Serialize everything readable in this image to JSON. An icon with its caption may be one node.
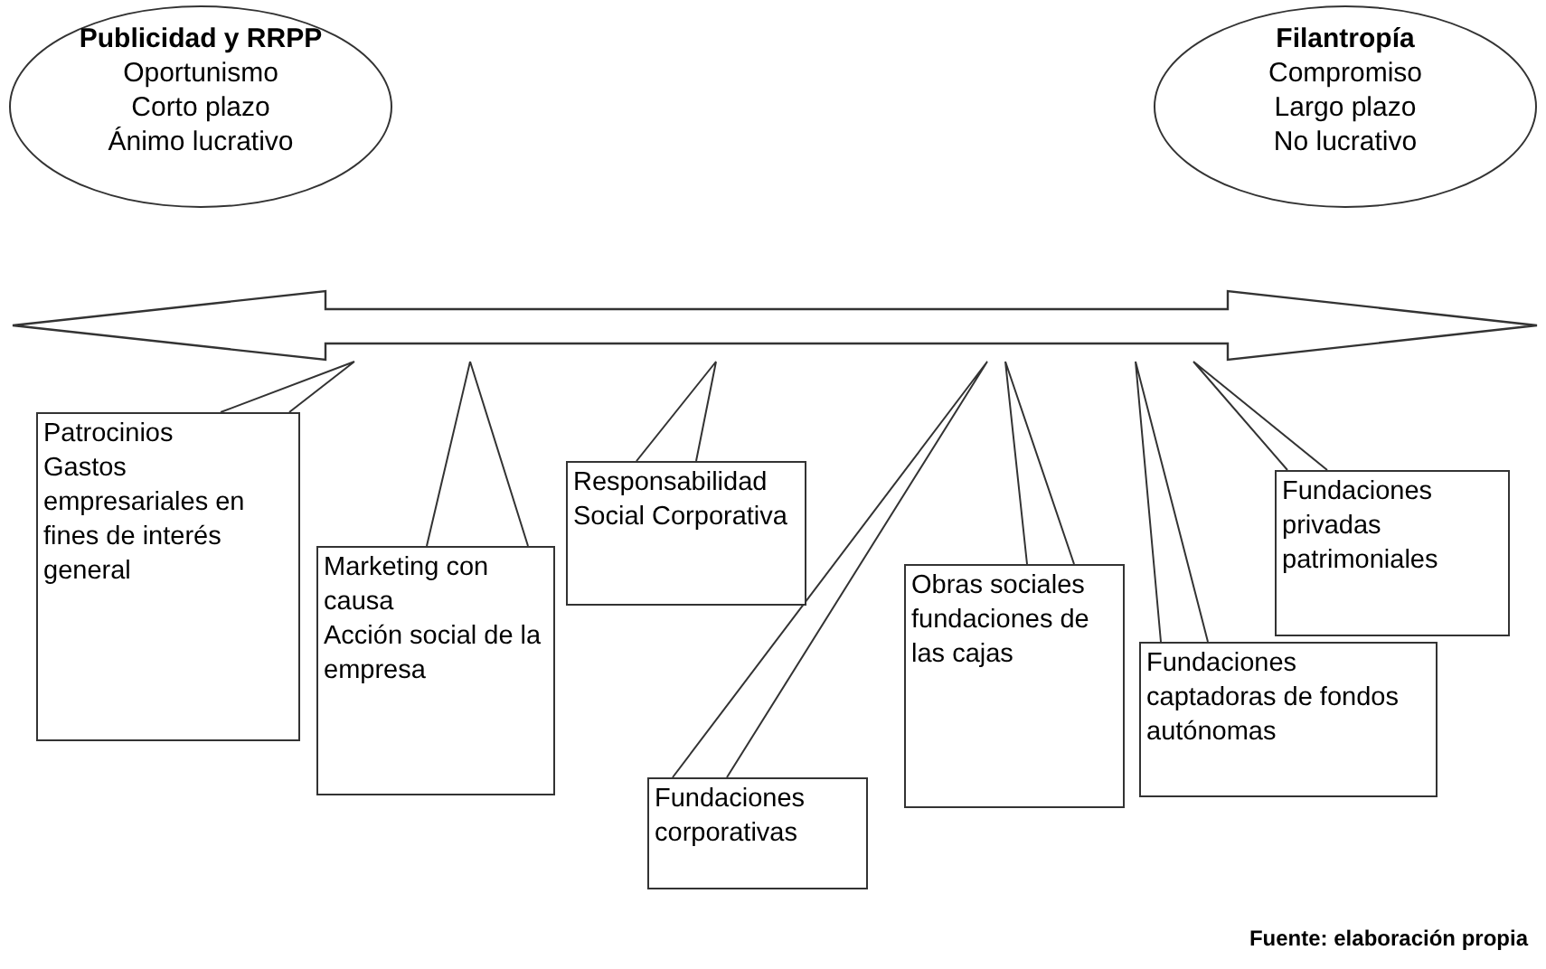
{
  "diagram": {
    "caption": "Fuente: elaboración propia",
    "nodes": [
      {
        "text": [
          "Publicidad y RRPP",
          "Oportunismo",
          "Corto plazo",
          "Ánimo lucrativo"
        ]
      },
      {
        "text": [
          "Filantropía",
          "Compromiso",
          "Largo plazo",
          "No lucrativo"
        ]
      },
      {
        "text": [],
        "shape": "arrow"
      },
      {
        "text": [
          "Patrocinios",
          "Gastos empresariales en fines de interés general"
        ]
      },
      {
        "text": [
          "Marketing con causa",
          "Acción social de la empresa"
        ]
      },
      {
        "text": [
          "Responsabilidad Social Corporativa"
        ]
      },
      {
        "text": [
          "Fundaciones corporativas"
        ]
      },
      {
        "text": [
          "Obras sociales fundaciones de las cajas"
        ]
      },
      {
        "text": [
          "Fundaciones captadoras de fondos autónomas"
        ]
      },
      {
        "text": [
          "Fundaciones privadas patrimoniales"
        ]
      }
    ],
    "edges": [
      {
        "from": 3,
        "to": 2,
        "arrow": "none"
      },
      {
        "from": 4,
        "to": 2,
        "arrow": "none"
      },
      {
        "from": 5,
        "to": 2,
        "arrow": "none"
      },
      {
        "from": 6,
        "to": 2,
        "arrow": "none"
      },
      {
        "from": 7,
        "to": 2,
        "arrow": "none"
      },
      {
        "from": 8,
        "to": 2,
        "arrow": "none"
      },
      {
        "from": 9,
        "to": 2,
        "arrow": "none"
      }
    ]
  }
}
